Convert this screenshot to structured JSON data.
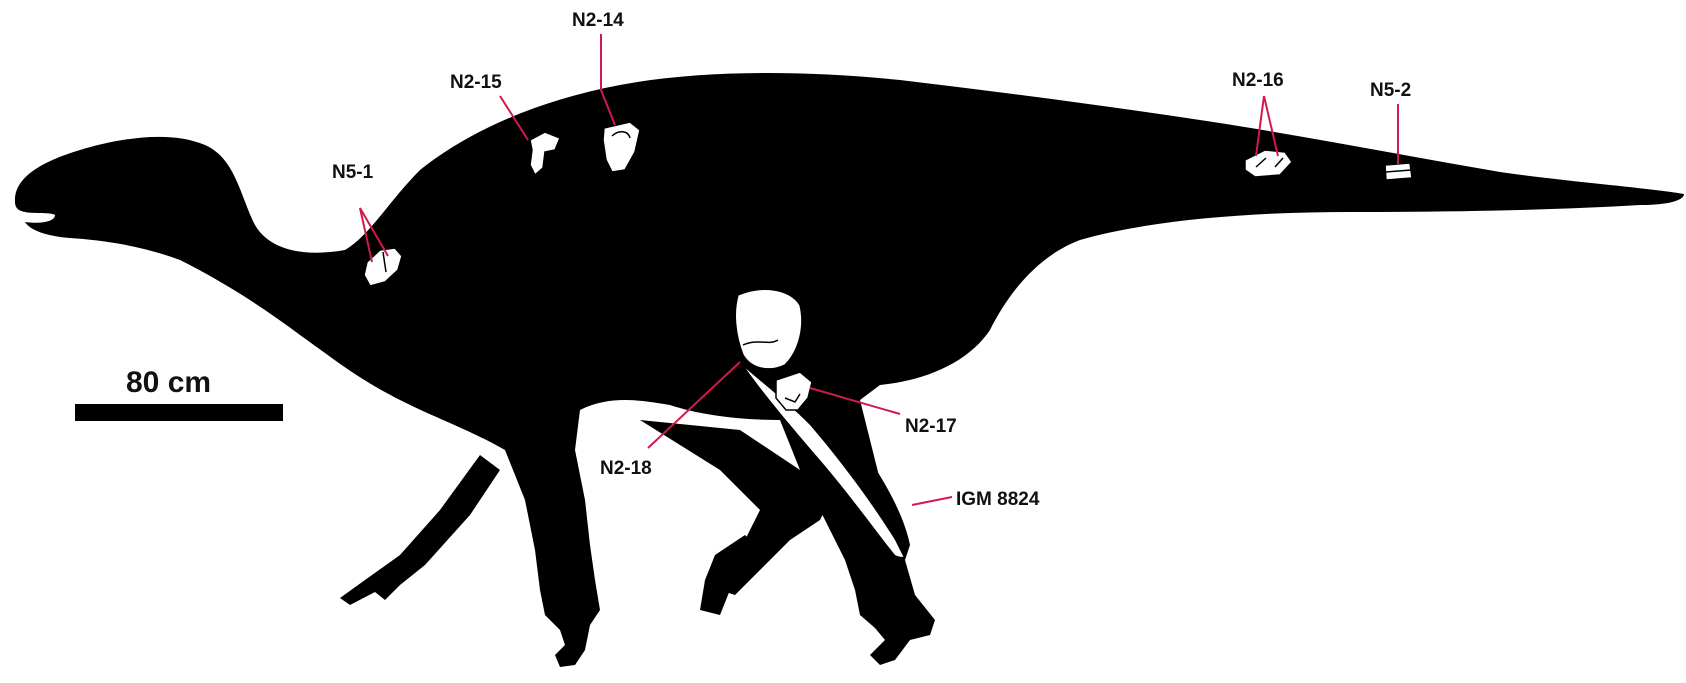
{
  "scale_bar": {
    "label": "80 cm"
  },
  "labels": {
    "n2_14": "N2-14",
    "n2_15": "N2-15",
    "n5_1": "N5-1",
    "n2_16": "N2-16",
    "n5_2": "N5-2",
    "n2_17": "N2-17",
    "n2_18": "N2-18",
    "igm": "IGM 8824"
  },
  "colors": {
    "silhouette": "#000000",
    "bone": "#ffffff",
    "leader": "#d11a4a",
    "background": "#ffffff"
  }
}
